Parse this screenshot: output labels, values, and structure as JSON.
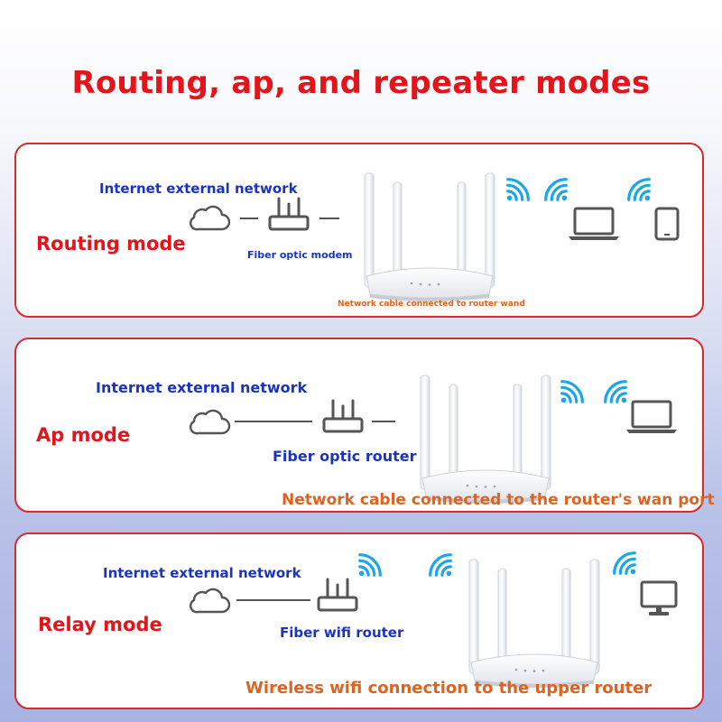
{
  "title": "Routing, ap, and repeater modes",
  "panels": [
    {
      "mode": "Routing mode",
      "network_label": "Internet external network",
      "device_label": "Fiber optic modem",
      "note": "Network cable connected to router wand"
    },
    {
      "mode": "Ap mode",
      "network_label": "Internet external network",
      "device_label": "Fiber optic router",
      "note": "Network cable connected to the router's wan port"
    },
    {
      "mode": "Relay mode",
      "network_label": "Internet external network",
      "device_label": "Fiber wifi router",
      "note": "Wireless wifi connection to the upper router"
    }
  ],
  "icons": [
    "cloud-icon",
    "modem-icon",
    "router-image",
    "wifi-signal-icon",
    "laptop-icon",
    "tablet-icon",
    "monitor-icon"
  ],
  "colors": {
    "title": "#e4141b",
    "mode_label": "#e4141b",
    "blue_label": "#1b34c0",
    "orange_label": "#e0621f",
    "panel_border": "#d82a2a",
    "wifi": "#1aa6e8",
    "icon_gray": "#555555"
  }
}
